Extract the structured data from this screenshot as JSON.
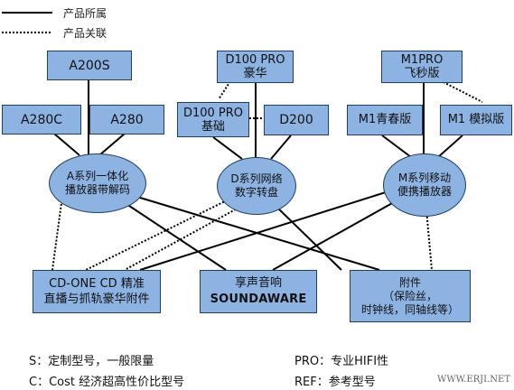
{
  "legend": {
    "solid_label": "产品所属",
    "dotted_label": "产品关联"
  },
  "nodes": {
    "a200s": "A200S",
    "a280c": "A280C",
    "a280": "A280",
    "d100pro_luxury": "D100 PRO\n豪华",
    "d100pro_basic": "D100 PRO\n基础",
    "d200": "D200",
    "m1pro": "M1PRO\n飞秒版",
    "m1_youth": "M1青春版",
    "m1_analog": "M1 模拟版",
    "a_series": "A系列一体化\n播放器带解码",
    "d_series": "D系列网络\n数字转盘",
    "m_series": "M系列移动\n便携播放器",
    "cdone": "CD-ONE CD 精准\n直播与抓轨豪华附件",
    "center_top": "享声音响",
    "center_brand": "SOUNDAWARE",
    "accessories": "附件\n（保险丝，\n时钟线，同轴线等）"
  },
  "notes": {
    "s_note": "S：定制型号，一般限量",
    "c_note": "C：Cost 经济超高性价比型号",
    "pro_note": "PRO：专业HIFI性",
    "ref_note": "REF：参考型号"
  },
  "watermark": "WWW.ERJI.NET",
  "colors": {
    "node_fill": "#8db3e2",
    "node_border": "#1f3e66",
    "line": "#000000"
  }
}
